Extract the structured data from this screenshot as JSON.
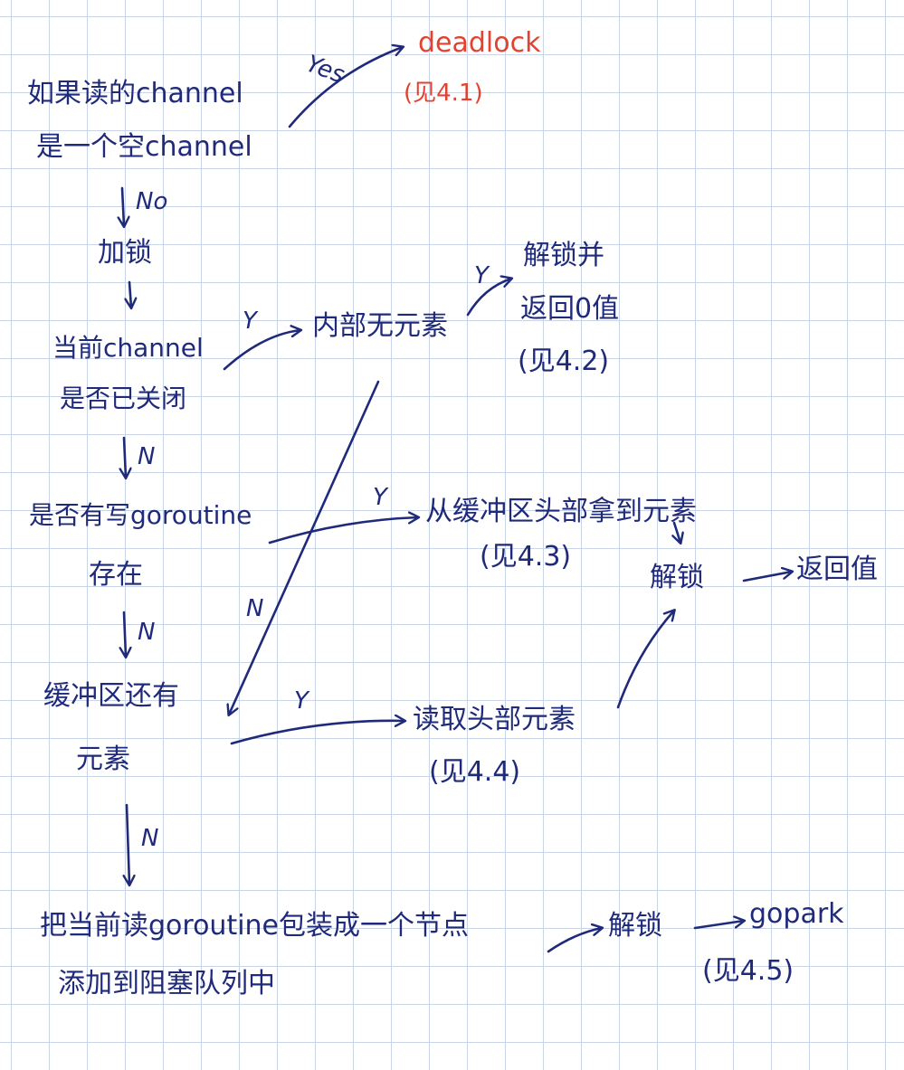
{
  "colors": {
    "ink": "#1f2a7a",
    "accent": "#e2422f",
    "grid": "#c9d5e6"
  },
  "nodes": {
    "start_line1": "如果读的channel",
    "start_line2": "是一个空channel",
    "deadlock": "deadlock",
    "ref_41": "(见4.1)",
    "lock": "加锁",
    "closed_line1": "当前channel",
    "closed_line2": "是否已关闭",
    "no_elements": "内部无元素",
    "unlock_return_line1": "解锁并",
    "unlock_return_line2": "返回0值",
    "ref_42": "(见4.2)",
    "writer_line1": "是否有写goroutine",
    "writer_line2": "存在",
    "take_from_head": "从缓冲区头部拿到元素",
    "ref_43": "(见4.3)",
    "unlock_mid": "解锁",
    "return_value": "返回值",
    "buffer_line1": "缓冲区还有",
    "buffer_line2": "元素",
    "read_head": "读取头部元素",
    "ref_44": "(见4.4)",
    "enqueue_line1": "把当前读goroutine包装成一个节点",
    "enqueue_line2": "添加到阻塞队列中",
    "unlock_bottom": "解锁",
    "gopark": "gopark",
    "ref_45": "(见4.5)"
  },
  "edges": {
    "yes": "Yes",
    "no": "No",
    "y": "Y",
    "n": "N"
  }
}
